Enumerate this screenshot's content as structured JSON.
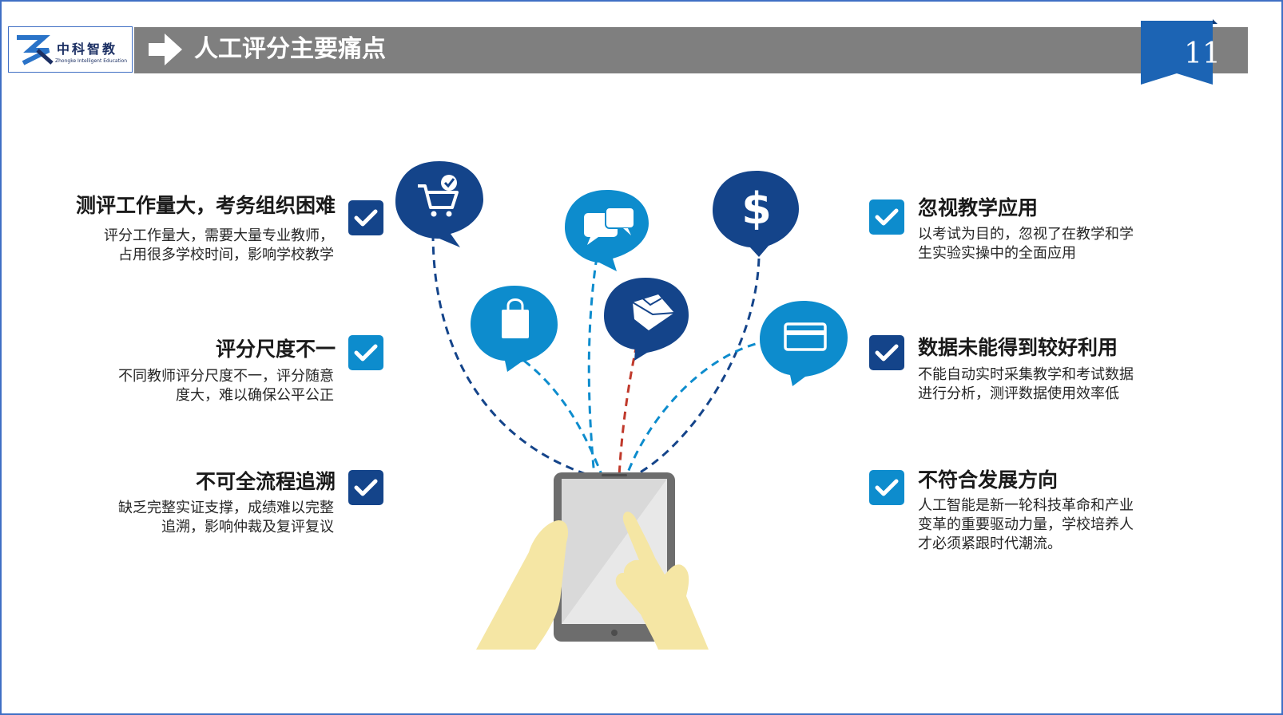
{
  "header": {
    "title": "人工评分主要痛点",
    "page_number": "11",
    "logo_text": "中科智教",
    "logo_subtext": "Zhongke Intelligent Education"
  },
  "left_items": [
    {
      "title": "测评工作量大，考务组织困难",
      "lines": [
        "评分工作量大，需要大量专业教师，",
        "占用很多学校时间，影响学校教学"
      ]
    },
    {
      "title": "评分尺度不一",
      "lines": [
        "不同教师评分尺度不一，评分随意",
        "度大，难以确保公平公正"
      ]
    },
    {
      "title": "不可全流程追溯",
      "lines": [
        "缺乏完整实证支撑，成绩难以完整",
        "追溯，影响仲裁及复评复议"
      ]
    }
  ],
  "right_items": [
    {
      "title": "忽视教学应用",
      "lines": [
        "以考试为目的，忽视了在教学和学",
        "生实验实操中的全面应用"
      ]
    },
    {
      "title": "数据未能得到较好利用",
      "lines": [
        "不能自动实时采集教学和考试数据",
        "进行分析，测评数据使用效率低"
      ]
    },
    {
      "title": "不符合发展方向",
      "lines": [
        "人工智能是新一轮科技革命和产业",
        "变革的重要驱动力量，学校培养人",
        "才必须紧跟时代潮流。"
      ]
    }
  ],
  "icons": [
    "shopping-cart-icon",
    "chat-icon",
    "dollar-icon",
    "shopping-bag-icon",
    "mail-icon",
    "credit-card-icon",
    "tablet-icon"
  ],
  "colors": {
    "dark_blue": "#14448a",
    "light_blue": "#0d8ccd",
    "header_gray": "#7f7f7f",
    "border_blue": "#3f6fc4",
    "hand": "#f5e6a4",
    "dashed_red": "#c0392b"
  }
}
